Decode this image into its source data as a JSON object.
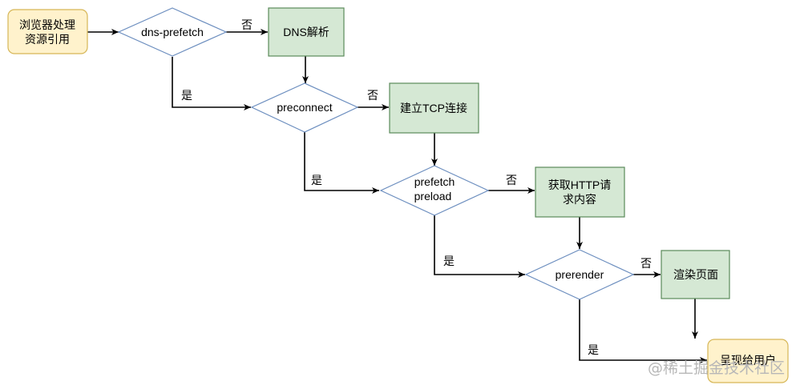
{
  "nodes": {
    "start": [
      "浏览器处理",
      "资源引用"
    ],
    "dns_prefetch": [
      "dns-prefetch"
    ],
    "dns_resolve": [
      "DNS解析"
    ],
    "preconnect": [
      "preconnect"
    ],
    "tcp_connect": [
      "建立TCP连接"
    ],
    "prefetch_preload": [
      "prefetch",
      "preload"
    ],
    "http_request": [
      "获取HTTP请",
      "求内容"
    ],
    "prerender": [
      "prerender"
    ],
    "render": [
      "渲染页面"
    ],
    "present": [
      "呈现给用户"
    ]
  },
  "edge_labels": {
    "no": "否",
    "yes": "是"
  },
  "watermark": "@稀土掘金技术社区",
  "colors": {
    "start_fill": "#fff2cc",
    "start_stroke": "#d6b656",
    "process_fill": "#d5e8d4",
    "process_stroke": "#5a8a5a",
    "decision_fill": "#ffffff",
    "decision_stroke": "#6c8ebf",
    "edge": "#000000"
  }
}
